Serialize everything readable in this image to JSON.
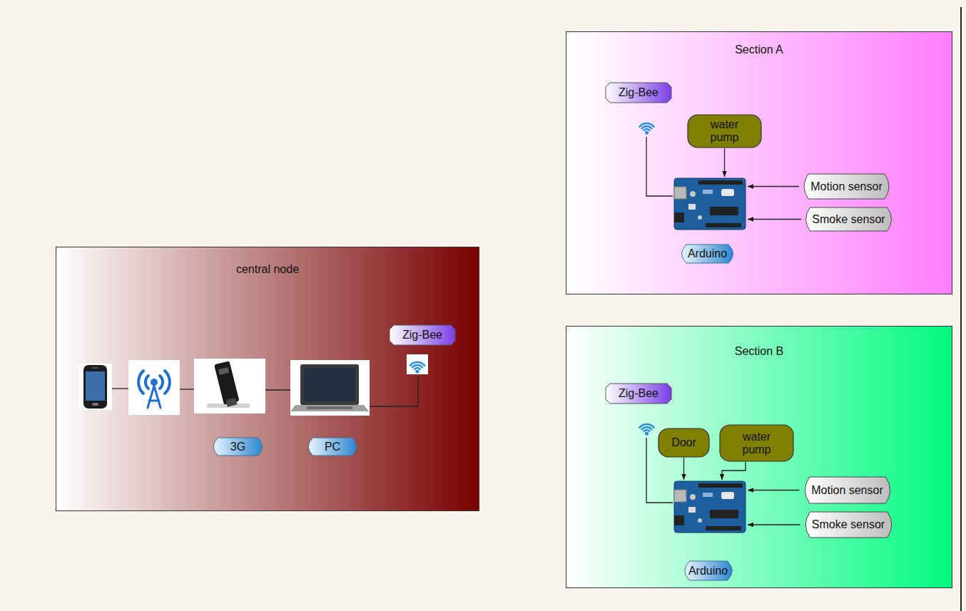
{
  "diagram": {
    "nodes": [
      {
        "text": [
          "central node"
        ]
      },
      {
        "text": [
          "Zig-Bee"
        ],
        "in": 0
      },
      {
        "text": [
          "3G"
        ],
        "in": 0
      },
      {
        "text": [
          "PC"
        ],
        "in": 0
      },
      {
        "text": [
          "Section A"
        ]
      },
      {
        "text": [
          "Zig-Bee"
        ],
        "in": 4
      },
      {
        "text": [
          "water pump"
        ],
        "in": 4
      },
      {
        "text": [
          "Motion sensor"
        ],
        "in": 4
      },
      {
        "text": [
          "Smoke sensor"
        ],
        "in": 4
      },
      {
        "text": [
          "Arduino"
        ],
        "in": 4
      },
      {
        "text": [
          "Section B"
        ]
      },
      {
        "text": [
          "Zig-Bee"
        ],
        "in": 10
      },
      {
        "text": [
          "Door"
        ],
        "in": 10
      },
      {
        "text": [
          "water pump"
        ],
        "in": 10
      },
      {
        "text": [
          "Motion sensor"
        ],
        "in": 10
      },
      {
        "text": [
          "Smoke sensor"
        ],
        "in": 10
      },
      {
        "text": [
          "Arduino"
        ],
        "in": 10
      }
    ],
    "edges": [
      {
        "from": 5,
        "to": 9,
        "arrow": "none"
      },
      {
        "from": 6,
        "to": 9,
        "arrow": "to"
      },
      {
        "from": 7,
        "to": 9,
        "arrow": "to"
      },
      {
        "from": 8,
        "to": 9,
        "arrow": "to"
      },
      {
        "from": 11,
        "to": 16,
        "arrow": "none"
      },
      {
        "from": 12,
        "to": 16,
        "arrow": "to"
      },
      {
        "from": 13,
        "to": 16,
        "arrow": "to"
      },
      {
        "from": 14,
        "to": 16,
        "arrow": "to"
      },
      {
        "from": 15,
        "to": 16,
        "arrow": "to"
      }
    ]
  }
}
